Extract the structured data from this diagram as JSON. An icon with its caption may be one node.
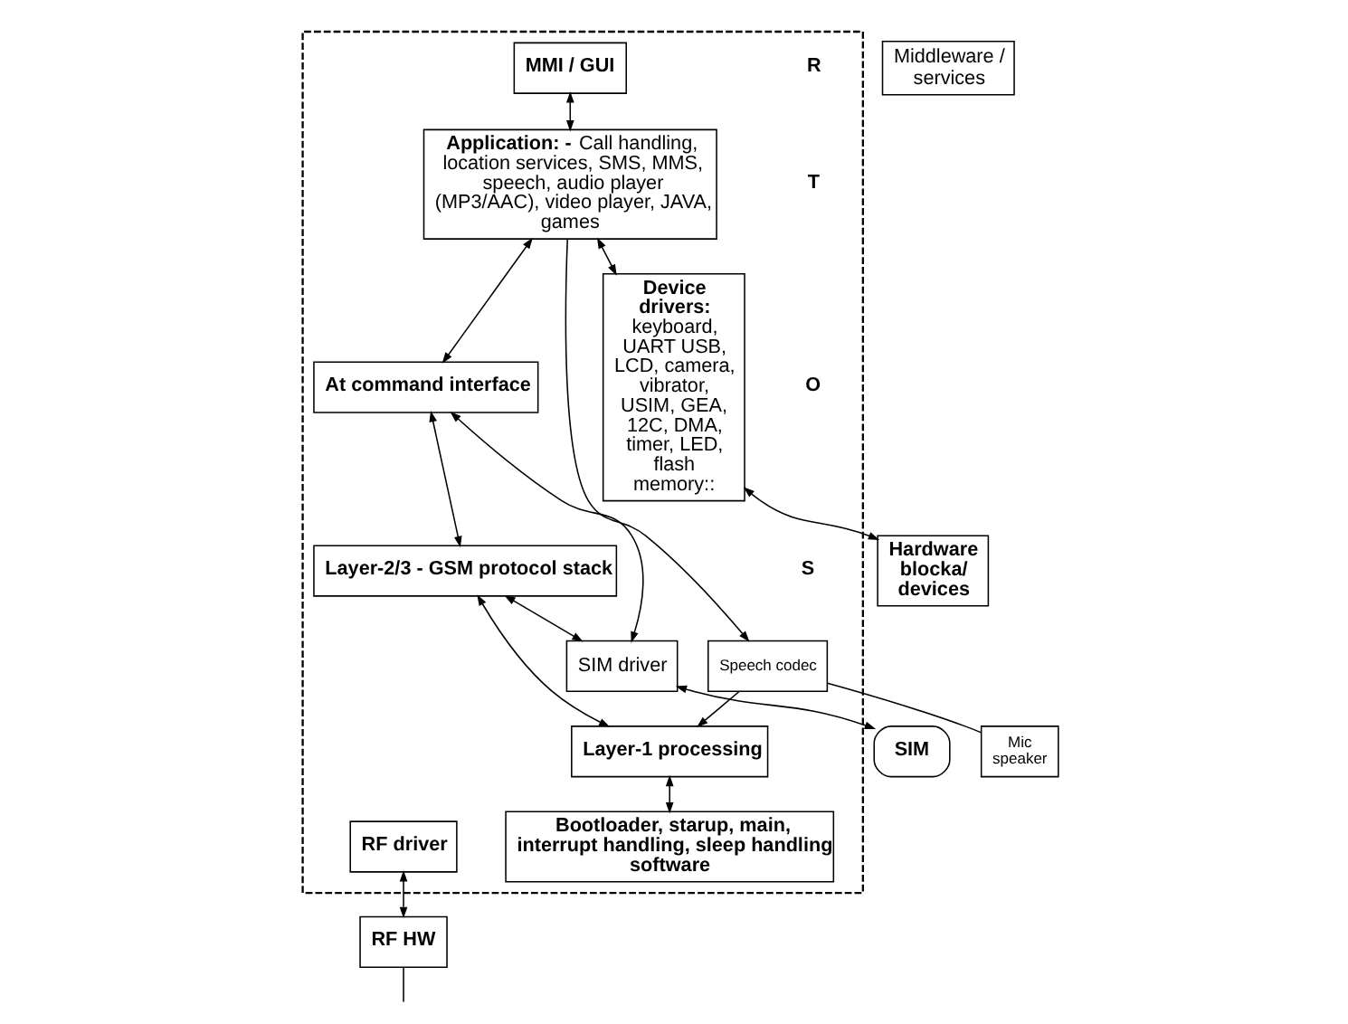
{
  "diagram": {
    "nodes": [
      {
        "text": [],
        "shape": "box"
      },
      {
        "text": [
          "MMI / GUI"
        ],
        "in": 0
      },
      {
        "text": [
          "**Application: -** Call handling, location services, SMS, MMS, speech, audio player (MP3/AAC), video player, JAVA, games"
        ],
        "in": 0
      },
      {
        "text": [
          "Middleware / services"
        ]
      },
      {
        "text": [
          "Device drivers:",
          "keyboard, UART USB, LCD, camera, vibrator, USIM, GEA, 12C, DMA, timer, LED, flash memory::"
        ],
        "in": 0
      },
      {
        "text": [
          "At command interface"
        ],
        "in": 0
      },
      {
        "text": [
          "Layer-2/3 - GSM protocol stack"
        ],
        "in": 0
      },
      {
        "text": [
          "SIM driver"
        ],
        "in": 0
      },
      {
        "text": [
          "Layer-1 processing"
        ],
        "in": 0
      },
      {
        "text": [
          "Speech codec"
        ],
        "in": 0
      },
      {
        "text": [
          "Bootloader, starup, main, interrupt handling, sleep handling software"
        ],
        "in": 0
      },
      {
        "text": [
          "RF driver"
        ],
        "in": 0
      },
      {
        "text": [
          "Hardware blocka/ devices"
        ]
      },
      {
        "text": [
          "SIM"
        ]
      },
      {
        "text": [
          "Mic speaker"
        ]
      },
      {
        "text": [
          "RF HW"
        ]
      }
    ],
    "edges": [
      {
        "from": 1,
        "to": 2,
        "arrow": "both"
      },
      {
        "from": 2,
        "to": 5,
        "arrow": "both"
      },
      {
        "from": 5,
        "to": 6,
        "arrow": "both"
      },
      {
        "from": 6,
        "to": 8,
        "arrow": "both"
      },
      {
        "from": 8,
        "to": 10,
        "arrow": "both"
      },
      {
        "from": 2,
        "to": 4,
        "arrow": "both"
      },
      {
        "from": 4,
        "to": 12,
        "arrow": "both"
      },
      {
        "from": 2,
        "to": 9,
        "arrow": "to"
      },
      {
        "from": 5,
        "to": 7,
        "arrow": "both"
      },
      {
        "from": 6,
        "to": 7,
        "arrow": "both"
      },
      {
        "from": 9,
        "to": 8,
        "arrow": "to"
      },
      {
        "from": 7,
        "to": 13,
        "arrow": "both"
      },
      {
        "from": 9,
        "to": 14,
        "arrow": "none"
      },
      {
        "from": 11,
        "to": 15,
        "arrow": "both"
      },
      {
        "from": 15,
        "to": null,
        "arrow": "none"
      }
    ],
    "labels": [
      "R",
      "T",
      "O",
      "S"
    ]
  }
}
